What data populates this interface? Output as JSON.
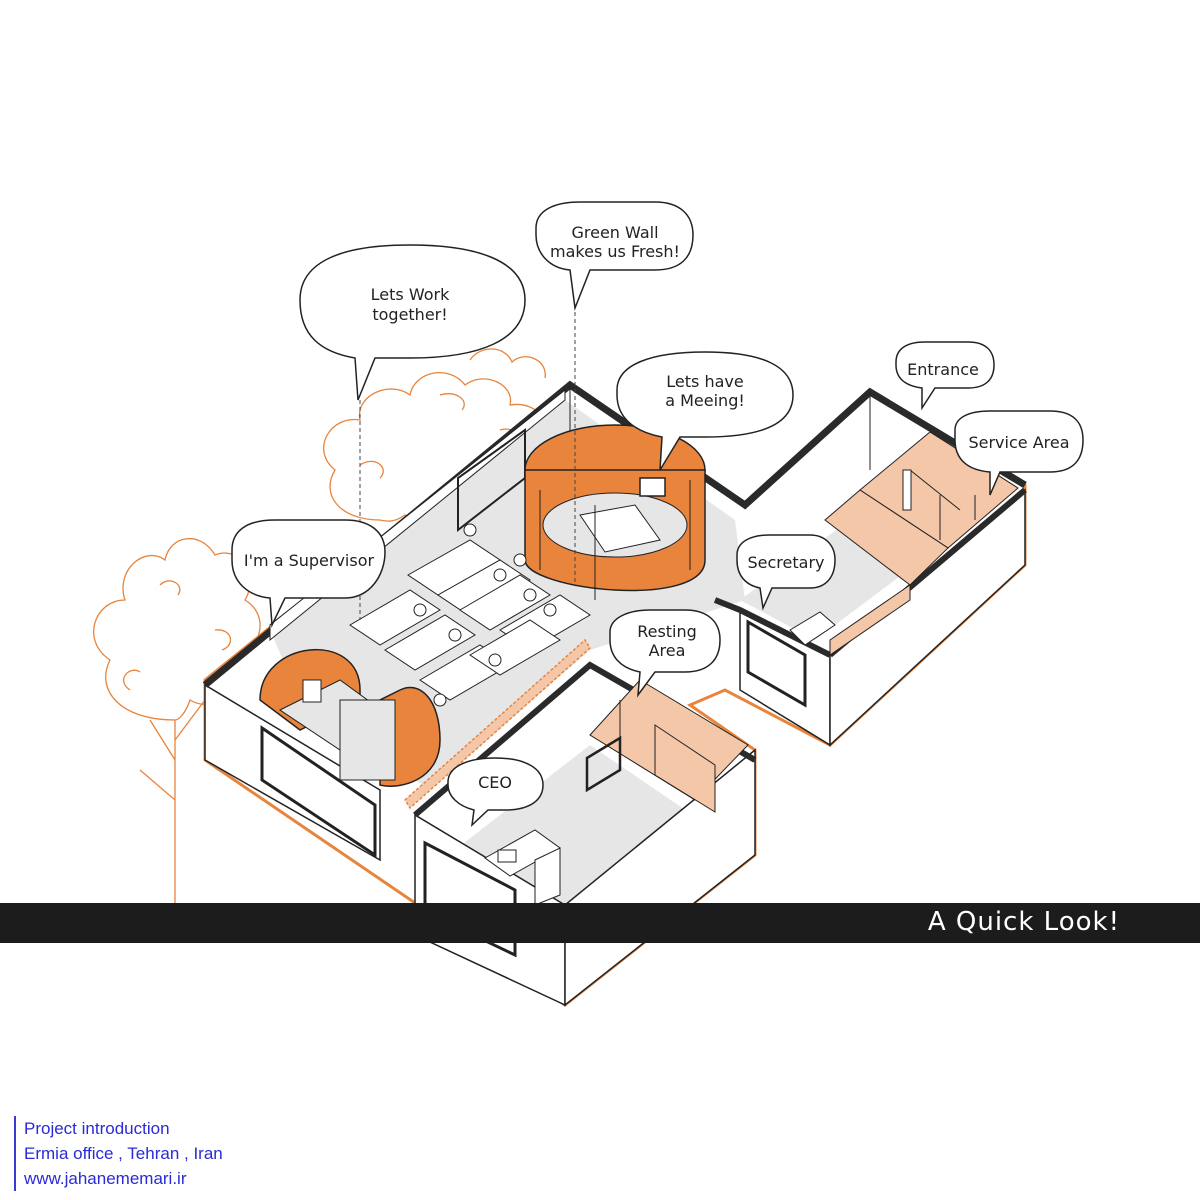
{
  "bubbles": {
    "work_together": [
      "Lets Work",
      "together!"
    ],
    "green_wall": [
      "Green Wall",
      "makes us Fresh!"
    ],
    "meeting": [
      "Lets have",
      "a Meeing!"
    ],
    "entrance": [
      "Entrance"
    ],
    "service_area": [
      "Service Area"
    ],
    "supervisor": [
      "I'm a Supervisor"
    ],
    "secretary": [
      "Secretary"
    ],
    "resting_area": [
      "Resting",
      "Area"
    ],
    "ceo": [
      "CEO"
    ]
  },
  "band": {
    "title": "A Quick Look!"
  },
  "credits": {
    "line1": "Project introduction",
    "line2": "Ermia office , Tehran , Iran",
    "line3": "www.jahanememari.ir"
  },
  "colors": {
    "accent_orange": "#e8843c",
    "light_orange": "#f4c7a8",
    "floor_grey": "#e4e4e4",
    "wall_white": "#ffffff",
    "outline": "#222222",
    "band": "#1c1c1c",
    "credits_blue": "#2a2ad6"
  }
}
